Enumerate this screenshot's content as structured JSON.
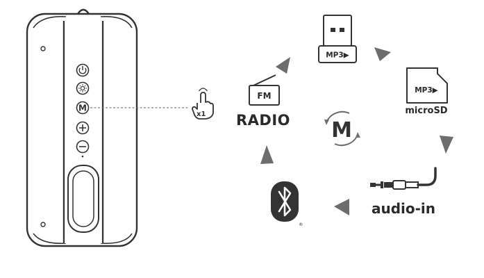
{
  "modes": {
    "usb": {
      "badge": "MP3▶"
    },
    "microsd": {
      "badge": "MP3▶",
      "label": "microSD"
    },
    "aux": {
      "label": "audio-in"
    },
    "bluetooth": {
      "mark": "®"
    },
    "radio": {
      "badge": "FM",
      "label": "RADIO"
    }
  },
  "mode_button": {
    "letter": "M",
    "press_count": "x1"
  },
  "colors": {
    "ink": "#2a2a2a",
    "dark": "#333333",
    "gray": "#6d6d6d"
  }
}
